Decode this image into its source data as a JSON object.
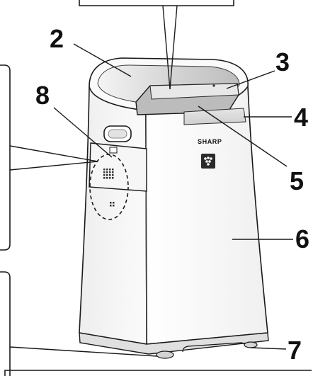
{
  "brand": "SHARP",
  "callouts": [
    "2",
    "3",
    "4",
    "5",
    "6",
    "7",
    "8"
  ],
  "colors": {
    "outline": "#1a1a1a",
    "shade": "#d9d9d9",
    "ink": "#111111"
  }
}
